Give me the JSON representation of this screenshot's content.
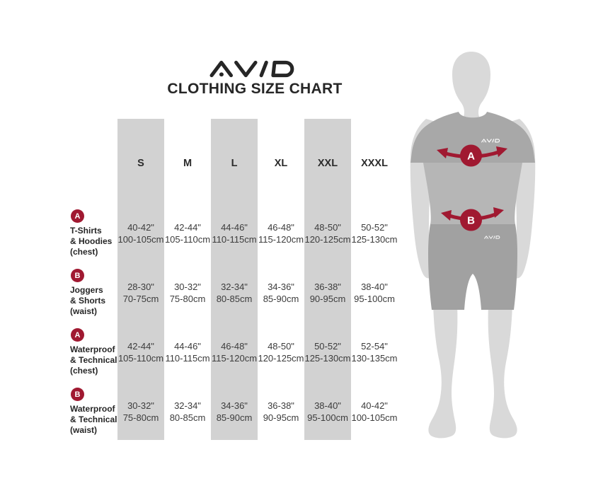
{
  "header": {
    "brand": "AVID",
    "title": "CLOTHING SIZE CHART"
  },
  "chart_data": {
    "type": "table",
    "title": "CLOTHING SIZE CHART",
    "columns": [
      "S",
      "M",
      "L",
      "XL",
      "XXL",
      "XXXL"
    ],
    "highlighted_columns": [
      "S",
      "L",
      "XXL"
    ],
    "rows": [
      {
        "badge": "A",
        "label": "T-Shirts & Hoodies (chest)",
        "label_lines": [
          "T-Shirts",
          "& Hoodies",
          "(chest)"
        ],
        "values_in": [
          "40-42\"",
          "42-44\"",
          "44-46\"",
          "46-48\"",
          "48-50\"",
          "50-52\""
        ],
        "values_cm": [
          "100-105cm",
          "105-110cm",
          "110-115cm",
          "115-120cm",
          "120-125cm",
          "125-130cm"
        ]
      },
      {
        "badge": "B",
        "label": "Joggers & Shorts (waist)",
        "label_lines": [
          "Joggers",
          "& Shorts",
          "(waist)"
        ],
        "values_in": [
          "28-30\"",
          "30-32\"",
          "32-34\"",
          "34-36\"",
          "36-38\"",
          "38-40\""
        ],
        "values_cm": [
          "70-75cm",
          "75-80cm",
          "80-85cm",
          "85-90cm",
          "90-95cm",
          "95-100cm"
        ]
      },
      {
        "badge": "A",
        "label": "Waterproof & Technical (chest)",
        "label_lines": [
          "Waterproof",
          "& Technical",
          "(chest)"
        ],
        "values_in": [
          "42-44\"",
          "44-46\"",
          "46-48\"",
          "48-50\"",
          "50-52\"",
          "52-54\""
        ],
        "values_cm": [
          "105-110cm",
          "110-115cm",
          "115-120cm",
          "120-125cm",
          "125-130cm",
          "130-135cm"
        ]
      },
      {
        "badge": "B",
        "label": "Waterproof & Technical (waist)",
        "label_lines": [
          "Waterproof",
          "& Technical",
          "(waist)"
        ],
        "values_in": [
          "30-32\"",
          "32-34\"",
          "34-36\"",
          "36-38\"",
          "38-40\"",
          "40-42\""
        ],
        "values_cm": [
          "75-80cm",
          "80-85cm",
          "85-90cm",
          "90-95cm",
          "95-100cm",
          "100-105cm"
        ]
      }
    ]
  },
  "figure": {
    "marker_a": "A",
    "marker_b": "B",
    "mini_logo": "AVID"
  },
  "colors": {
    "accent_red": "#A01931",
    "band_gray": "#d2d2d2",
    "text_dark": "#262626",
    "skin_gray": "#d9d9d9",
    "shirt_upper_gray": "#a8a8a8",
    "shirt_lower_gray": "#b6b6b6",
    "shorts_gray": "#a1a1a1"
  }
}
